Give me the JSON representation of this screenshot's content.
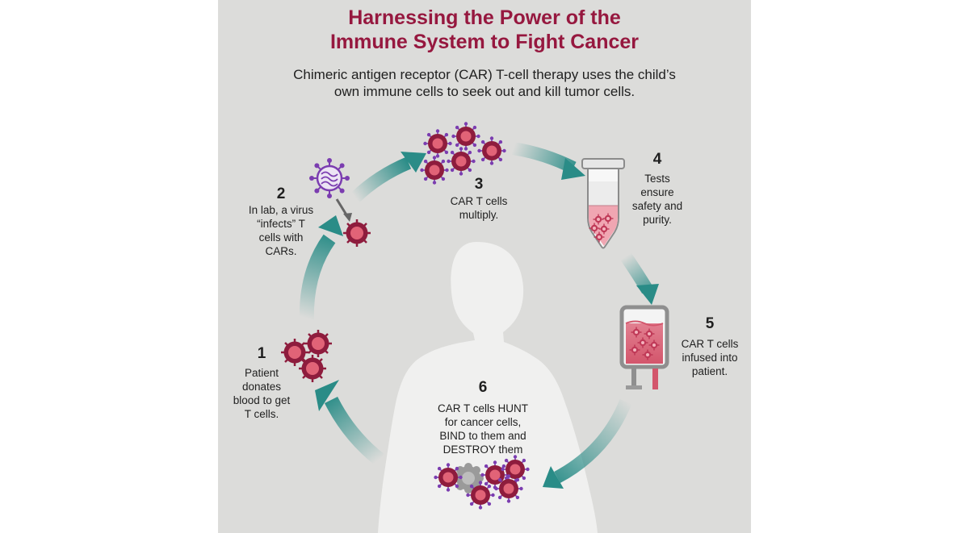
{
  "colors": {
    "panel_bg": "#dcdcda",
    "title": "#96183f",
    "teal": "#2a8c87",
    "cell_dark": "#8e1c3d",
    "cell_light": "#e16377",
    "virus": "#7b3db0",
    "silhouette": "#f0f0ef"
  },
  "header": {
    "title_line1": "Harnessing the Power of the",
    "title_line2": "Immune System to Fight Cancer",
    "subtitle_line1": "Chimeric antigen receptor (CAR) T-cell therapy uses the child’s",
    "subtitle_line2": "own immune cells to seek out and kill tumor cells."
  },
  "steps": [
    {
      "number": "1",
      "lines": [
        "Patient",
        "donates",
        "blood to get",
        "T cells."
      ],
      "icon": "t-cell-cluster-icon"
    },
    {
      "number": "2",
      "lines": [
        "In lab, a virus",
        "“infects” T",
        "cells with",
        "CARs."
      ],
      "icon": "virus-icon"
    },
    {
      "number": "3",
      "lines": [
        "CAR T cells",
        "multiply."
      ],
      "icon": "car-t-cells-icon"
    },
    {
      "number": "4",
      "lines": [
        "Tests",
        "ensure",
        "safety and",
        "purity."
      ],
      "icon": "test-tube-icon"
    },
    {
      "number": "5",
      "lines": [
        "CAR T cells",
        "infused into",
        "patient."
      ],
      "icon": "iv-bag-icon"
    },
    {
      "number": "6",
      "lines": [
        "CAR T cells HUNT",
        "for cancer cells,",
        "BIND to them and",
        "DESTROY them"
      ],
      "icon": "tumor-cell-icon"
    }
  ]
}
